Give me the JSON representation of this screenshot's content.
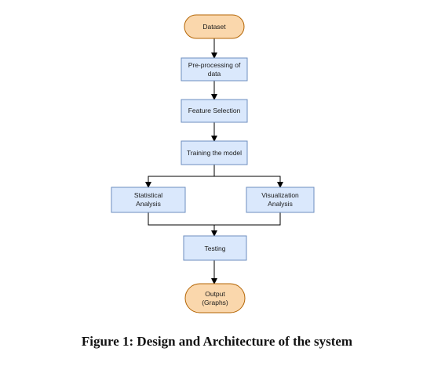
{
  "nodes": {
    "dataset": {
      "label": "Dataset"
    },
    "preprocessing": {
      "line1": "Pre-processing of",
      "line2": "data"
    },
    "feature_selection": {
      "label": "Feature Selection"
    },
    "training": {
      "label": "Training the model"
    },
    "statistical": {
      "line1": "Statistical",
      "line2": "Analysis"
    },
    "visualization": {
      "line1": "Visualization",
      "line2": "Analysis"
    },
    "testing": {
      "label": "Testing"
    },
    "output": {
      "line1": "Output",
      "line2": "(Graphs)"
    }
  },
  "caption": "Figure 1: Design and Architecture of the system",
  "colors": {
    "process_fill": "#dae8fc",
    "process_stroke": "#6c8ebf",
    "terminal_fill": "#fad7ac",
    "terminal_stroke": "#b46504"
  }
}
